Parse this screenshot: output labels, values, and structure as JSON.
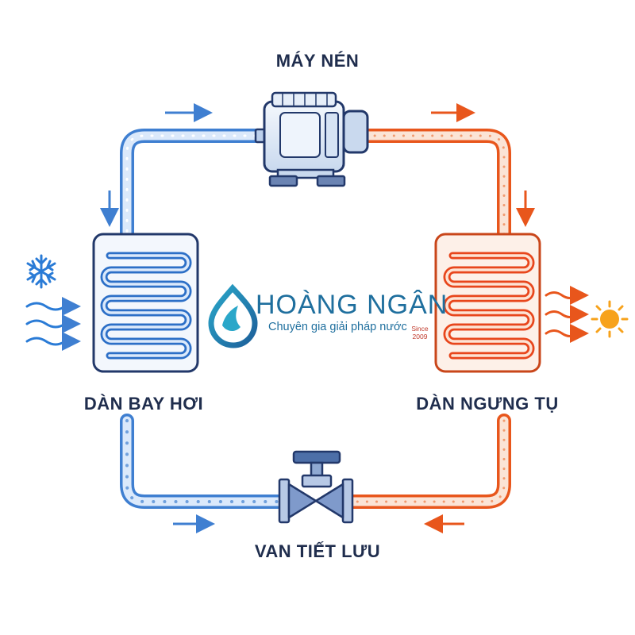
{
  "labels": {
    "compressor": "MÁY NÉN",
    "evaporator": "DÀN BAY HƠI",
    "condenser": "DÀN NGƯNG TỤ",
    "expansion_valve": "VAN TIẾT LƯU"
  },
  "logo": {
    "name": "HOÀNG NGÂN",
    "tagline": "Chuyên gia giải pháp nước",
    "since": "Since\n2009"
  },
  "colors": {
    "cold_pipe": "#3f7fd1",
    "cold_fill": "#dbe9fb",
    "hot_pipe": "#e8561c",
    "hot_fill": "#fbe4d6",
    "text": "#1f2d4d",
    "brand": "#1f6f9e",
    "sun": "#f7a21b"
  },
  "icons": [
    "snowflake-icon",
    "sun-icon",
    "cold-airflow-icon",
    "hot-airflow-icon",
    "flow-arrow-icon"
  ]
}
